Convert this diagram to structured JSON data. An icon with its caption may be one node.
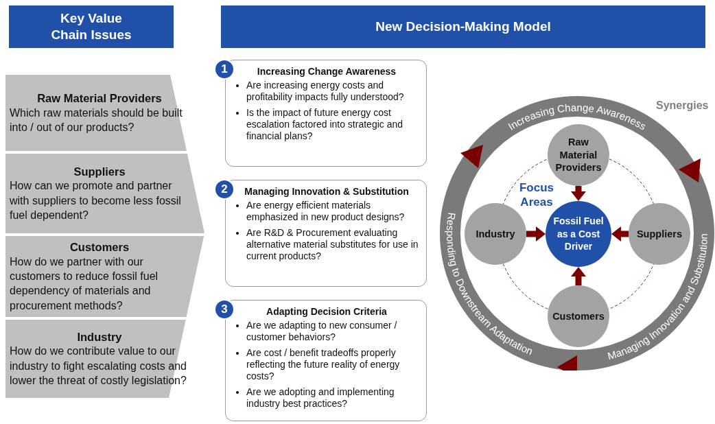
{
  "diagram": {
    "nodes": [
      {
        "text": [
          "Key Value Chain Issues"
        ]
      },
      {
        "text": [
          "New Decision-Making Model"
        ]
      },
      {
        "text": [
          "Raw Material Providers",
          "Which raw materials should be built into / out of our products?"
        ]
      },
      {
        "text": [
          "Suppliers",
          "How can we promote and partner with suppliers to become less fossil fuel dependent?"
        ]
      },
      {
        "text": [
          "Customers",
          "How do we partner with our customers to reduce fossil fuel dependency of materials and procurement methods?"
        ]
      },
      {
        "text": [
          "Industry",
          "How do we contribute value to our industry to fight escalating costs and lower the threat of costly legislation?"
        ]
      },
      {
        "text": [
          "1"
        ]
      },
      {
        "text": [
          "Increasing Change Awareness",
          "Are increasing energy costs and profitability impacts fully understood?",
          "Is the impact of future energy cost escalation factored into strategic and financial plans?"
        ]
      },
      {
        "text": [
          "2"
        ]
      },
      {
        "text": [
          "Managing Innovation & Substitution",
          "Are energy efficient materials emphasized in new product designs?",
          "Are R&D & Procurement evaluating alternative material substitutes for use in current products?"
        ]
      },
      {
        "text": [
          "3"
        ]
      },
      {
        "text": [
          "Adapting Decision Criteria",
          "Are we adapting to new consumer / customer behaviors?",
          "Are cost / benefit tradeoffs properly reflecting the future reality of energy costs?",
          "Are we adopting and implementing industry best practices?"
        ]
      },
      {
        "text": [
          "Increasing Change Awareness",
          "Responding to Downstream Adaptation",
          "Managing Innovation and Substitution"
        ],
        "beside": [
          "Synergies"
        ]
      },
      {
        "text": [
          "Raw Material Providers"
        ],
        "in": 12
      },
      {
        "text": [
          "Industry"
        ],
        "in": 12
      },
      {
        "text": [
          "Fossil Fuel as a Cost Driver"
        ],
        "in": 12
      },
      {
        "text": [
          "Suppliers"
        ],
        "in": 12
      },
      {
        "text": [
          "Customers"
        ],
        "in": 12
      }
    ],
    "edges": [
      {
        "from": 13,
        "to": 15,
        "arrow": "to"
      },
      {
        "from": 14,
        "to": 15,
        "arrow": "to"
      },
      {
        "from": 16,
        "to": 15,
        "arrow": "to"
      },
      {
        "from": 17,
        "to": 15,
        "arrow": "to"
      }
    ],
    "labels": [
      "Focus Areas"
    ]
  }
}
